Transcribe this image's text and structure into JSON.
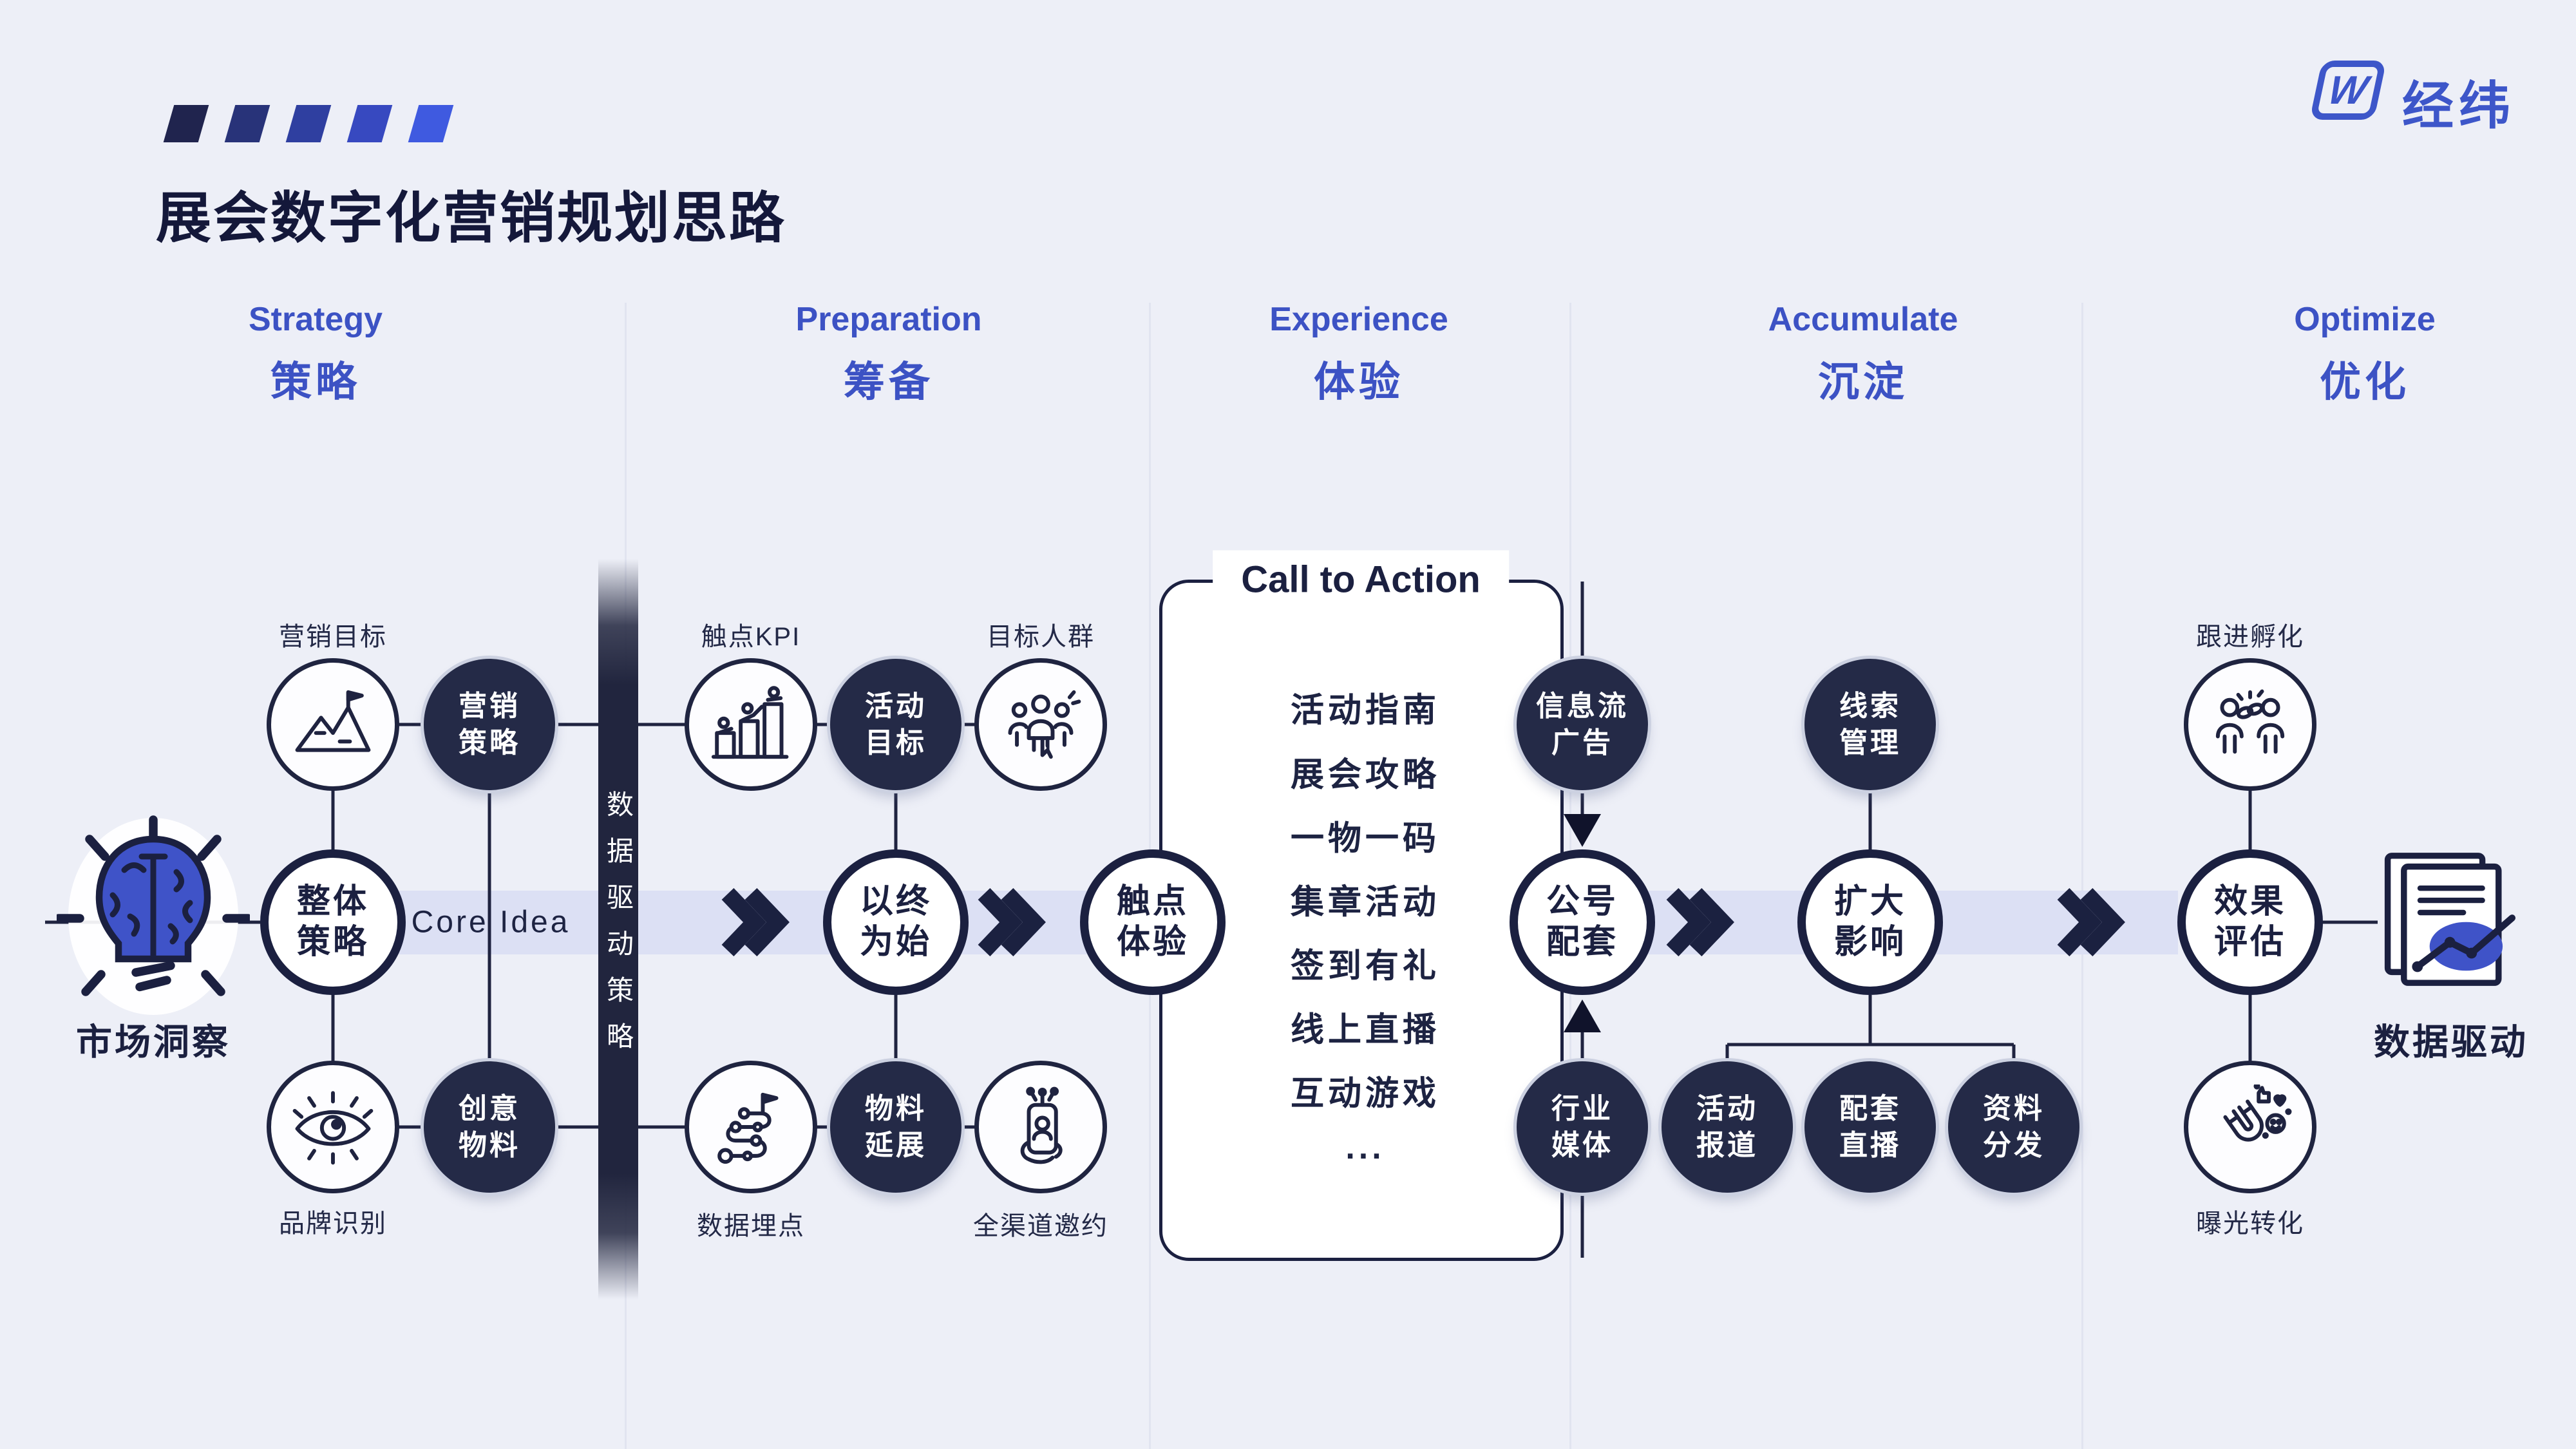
{
  "colors": {
    "background": "#edeff7",
    "navy": "#1b2040",
    "dark_node": "#242a47",
    "accent_blue": "#3d56c9",
    "header_blue": "#3c52c4",
    "band_lavender": "#dce0f4",
    "bulb_blue": "#3f53c8"
  },
  "title": "展会数字化营销规划思路",
  "logo": {
    "mark": "W",
    "brand": "经纬"
  },
  "columns": [
    {
      "en": "Strategy",
      "zh": "策略"
    },
    {
      "en": "Preparation",
      "zh": "筹备"
    },
    {
      "en": "Experience",
      "zh": "体验"
    },
    {
      "en": "Accumulate",
      "zh": "沉淀"
    },
    {
      "en": "Optimize",
      "zh": "优化"
    }
  ],
  "strategy": {
    "insight_label": "市场洞察",
    "goal_label": "营销目标",
    "brand_label": "品牌识别",
    "marketing_strategy": {
      "l1": "营销",
      "l2": "策略"
    },
    "creative_material": {
      "l1": "创意",
      "l2": "物料"
    },
    "overall_strategy": {
      "l1": "整体",
      "l2": "策略"
    },
    "core_idea": "Core Idea",
    "data_bar": "数据驱动策略"
  },
  "preparation": {
    "kpi_label": "触点KPI",
    "audience_label": "目标人群",
    "tracking_label": "数据埋点",
    "invite_label": "全渠道邀约",
    "activity_goal": {
      "l1": "活动",
      "l2": "目标"
    },
    "material_extend": {
      "l1": "物料",
      "l2": "延展"
    },
    "begin_with_end": {
      "l1": "以终",
      "l2": "为始"
    }
  },
  "experience": {
    "touchpoint": {
      "l1": "触点",
      "l2": "体验"
    },
    "cta_title": "Call to Action",
    "cta_items": [
      "活动指南",
      "展会攻略",
      "一物一码",
      "集章活动",
      "签到有礼",
      "线上直播",
      "互动游戏",
      "..."
    ],
    "feed_ads": {
      "l1": "信息流",
      "l2": "广告"
    },
    "official_account": {
      "l1": "公号",
      "l2": "配套"
    },
    "industry_media": {
      "l1": "行业",
      "l2": "媒体"
    }
  },
  "accumulate": {
    "leads": {
      "l1": "线索",
      "l2": "管理"
    },
    "amplify": {
      "l1": "扩大",
      "l2": "影响"
    },
    "report": {
      "l1": "活动",
      "l2": "报道"
    },
    "live": {
      "l1": "配套",
      "l2": "直播"
    },
    "distribute": {
      "l1": "资料",
      "l2": "分发"
    }
  },
  "optimize": {
    "nurture_label": "跟进孵化",
    "exposure_label": "曝光转化",
    "evaluate": {
      "l1": "效果",
      "l2": "评估"
    },
    "data_driven_label": "数据驱动"
  }
}
